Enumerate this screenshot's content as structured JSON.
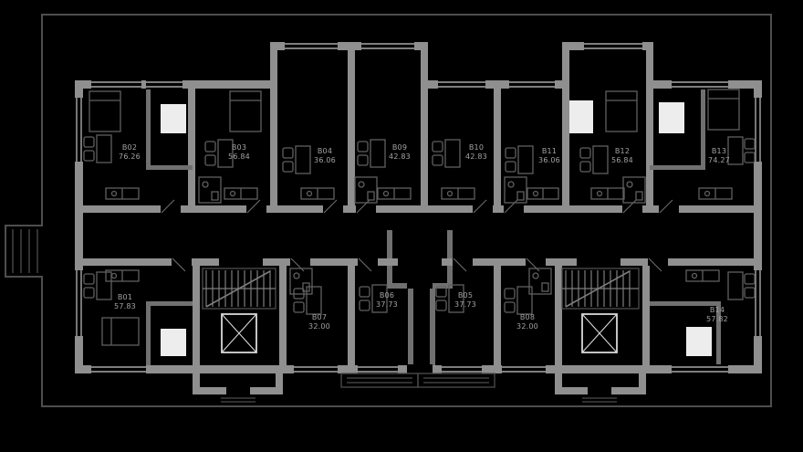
{
  "palette": {
    "background": "#000000",
    "boundary": "#4e4e4e",
    "wall": "#8f8f8f",
    "partition": "#707070",
    "window": "#a8a8a8",
    "stair": "#7d7d7d",
    "furniture": "#5f5f5f",
    "fixture": "#d9d9d9",
    "highlight": "#ededed",
    "text": "#a2a2a2"
  },
  "units": [
    {
      "id": "B01",
      "area": "57.83"
    },
    {
      "id": "B02",
      "area": "76.26"
    },
    {
      "id": "B03",
      "area": "56.84"
    },
    {
      "id": "B04",
      "area": "36.06"
    },
    {
      "id": "B05",
      "area": "37.73"
    },
    {
      "id": "B06",
      "area": "37.73"
    },
    {
      "id": "B07",
      "area": "32.00"
    },
    {
      "id": "B08",
      "area": "32.00"
    },
    {
      "id": "B09",
      "area": "42.83"
    },
    {
      "id": "B10",
      "area": "42.83"
    },
    {
      "id": "B11",
      "area": "36.06"
    },
    {
      "id": "B12",
      "area": "56.84"
    },
    {
      "id": "B13",
      "area": "74.27"
    },
    {
      "id": "B14",
      "area": "57.82"
    }
  ]
}
